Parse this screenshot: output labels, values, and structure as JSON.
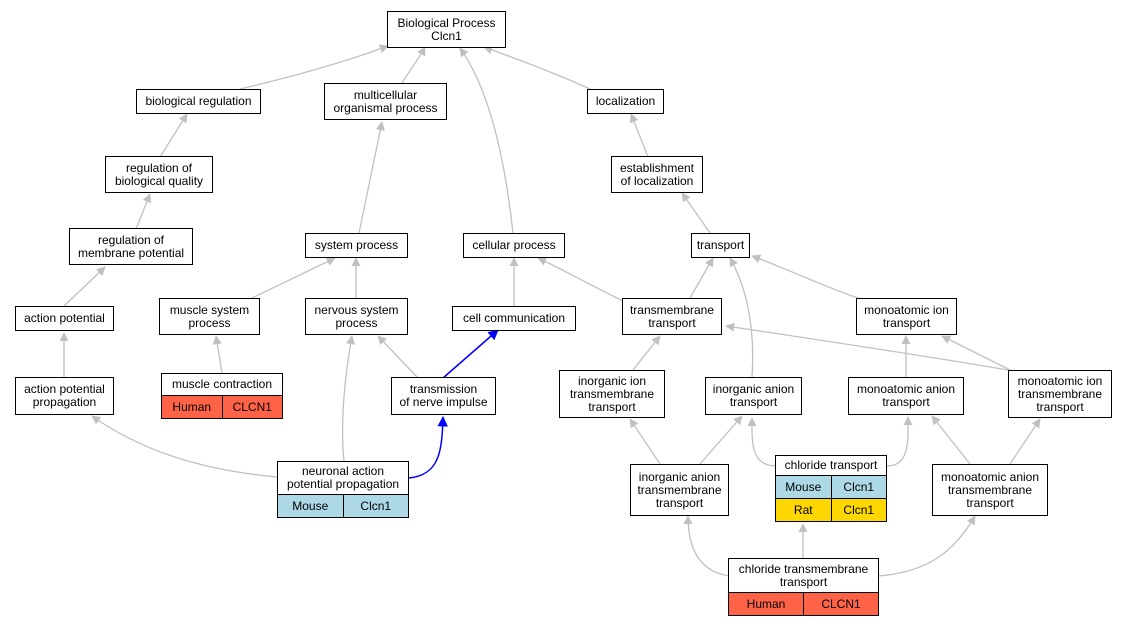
{
  "colors": {
    "human": "#ff6347",
    "mouse": "#add8e6",
    "rat": "#ffd700",
    "edge_default": "#c0c0c0",
    "edge_highlight": "#0000ff"
  },
  "nodes": {
    "bp": {
      "label": [
        "Biological Process",
        "Clcn1"
      ]
    },
    "br": {
      "label": [
        "biological regulation"
      ]
    },
    "mop": {
      "label": [
        "multicellular",
        "organismal process"
      ]
    },
    "loc": {
      "label": [
        "localization"
      ]
    },
    "rbq": {
      "label": [
        "regulation of",
        "biological quality"
      ]
    },
    "eol": {
      "label": [
        "establishment",
        "of localization"
      ]
    },
    "rmp": {
      "label": [
        "regulation of",
        "membrane potential"
      ]
    },
    "sp": {
      "label": [
        "system process"
      ]
    },
    "cp": {
      "label": [
        "cellular process"
      ]
    },
    "tr": {
      "label": [
        "transport"
      ]
    },
    "ap": {
      "label": [
        "action potential"
      ]
    },
    "msp": {
      "label": [
        "muscle system",
        "process"
      ]
    },
    "nsp": {
      "label": [
        "nervous system",
        "process"
      ]
    },
    "cc": {
      "label": [
        "cell communication"
      ]
    },
    "tmt": {
      "label": [
        "transmembrane",
        "transport"
      ]
    },
    "mit": {
      "label": [
        "monoatomic ion",
        "transport"
      ]
    },
    "app": {
      "label": [
        "action potential",
        "propagation"
      ]
    },
    "mc": {
      "label": [
        "muscle contraction"
      ],
      "ann": [
        {
          "text": "Human",
          "color": "human"
        },
        {
          "text": "CLCN1",
          "color": "human"
        }
      ]
    },
    "tni": {
      "label": [
        "transmission",
        "of nerve impulse"
      ]
    },
    "iit": {
      "label": [
        "inorganic ion",
        "transmembrane",
        "transport"
      ]
    },
    "iat": {
      "label": [
        "inorganic anion",
        "transport"
      ]
    },
    "mat": {
      "label": [
        "monoatomic anion",
        "transport"
      ]
    },
    "mitt": {
      "label": [
        "monoatomic ion",
        "transmembrane",
        "transport"
      ]
    },
    "nap": {
      "label": [
        "neuronal action",
        "potential propagation"
      ],
      "ann": [
        {
          "text": "Mouse",
          "color": "mouse"
        },
        {
          "text": "Clcn1",
          "color": "mouse"
        }
      ]
    },
    "iatt": {
      "label": [
        "inorganic anion",
        "transmembrane",
        "transport"
      ]
    },
    "clt": {
      "label": [
        "chloride transport"
      ],
      "ann": [
        {
          "text": "Mouse",
          "color": "mouse"
        },
        {
          "text": "Clcn1",
          "color": "mouse"
        }
      ],
      "ann2": [
        {
          "text": "Rat",
          "color": "rat"
        },
        {
          "text": "Clcn1",
          "color": "rat"
        }
      ]
    },
    "matt": {
      "label": [
        "monoatomic anion",
        "transmembrane",
        "transport"
      ]
    },
    "cltt": {
      "label": [
        "chloride transmembrane",
        "transport"
      ],
      "ann": [
        {
          "text": "Human",
          "color": "human"
        },
        {
          "text": "CLCN1",
          "color": "human"
        }
      ]
    }
  }
}
